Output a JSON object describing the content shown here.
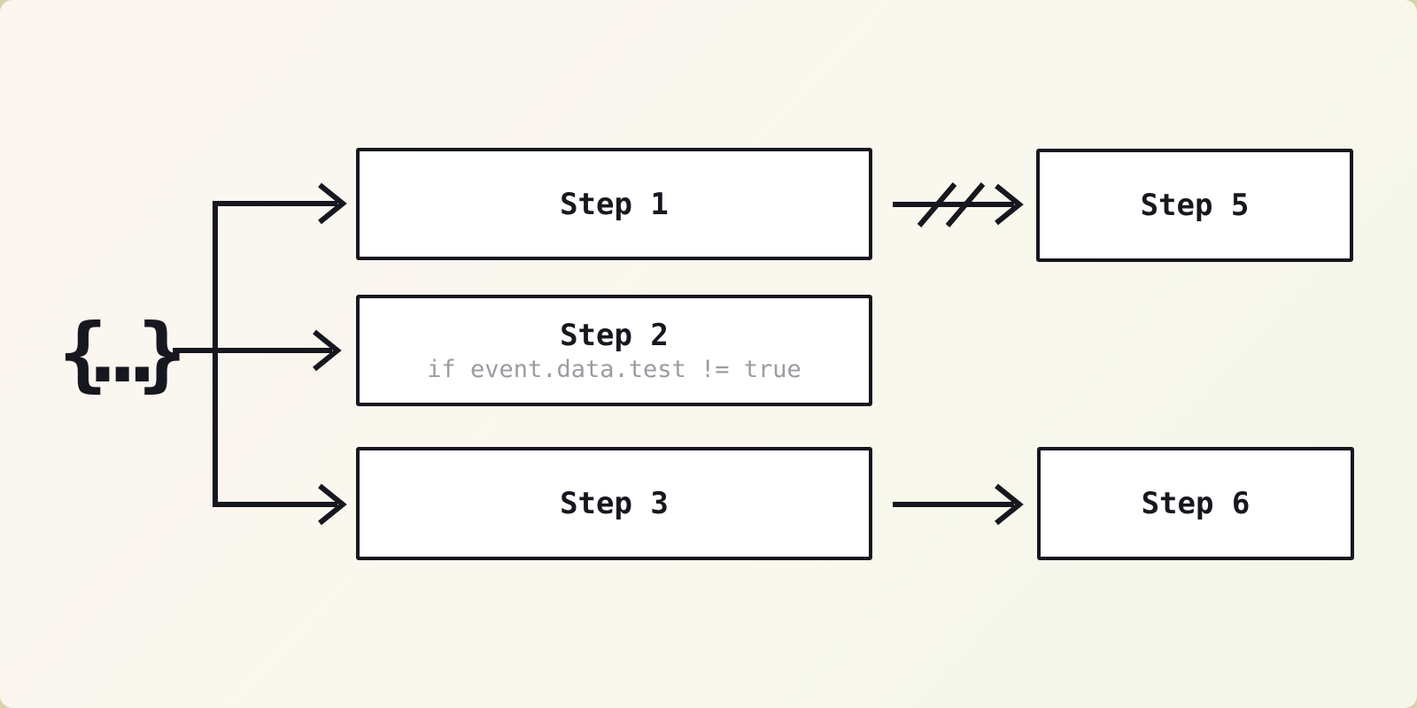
{
  "diagram": {
    "source_symbol": "{...}",
    "nodes": [
      {
        "id": "step-1",
        "label": "Step 1"
      },
      {
        "id": "step-2",
        "label": "Step 2",
        "condition": "if event.data.test != true"
      },
      {
        "id": "step-3",
        "label": "Step 3"
      },
      {
        "id": "step-5",
        "label": "Step 5"
      },
      {
        "id": "step-6",
        "label": "Step 6"
      }
    ],
    "edges": [
      {
        "from": "source",
        "to": "step-1",
        "style": "arrow"
      },
      {
        "from": "source",
        "to": "step-2",
        "style": "arrow"
      },
      {
        "from": "source",
        "to": "step-3",
        "style": "arrow"
      },
      {
        "from": "step-1",
        "to": "step-5",
        "style": "cancelled-arrow"
      },
      {
        "from": "step-3",
        "to": "step-6",
        "style": "arrow"
      }
    ],
    "colors": {
      "stroke": "#17171f",
      "node_background": "#ffffff",
      "condition_text": "#9b9ba2",
      "background_top_left": "#fbf4f1",
      "background_bottom_right": "#f3f6e9",
      "page_behind_card": "#d9d3ac"
    }
  }
}
